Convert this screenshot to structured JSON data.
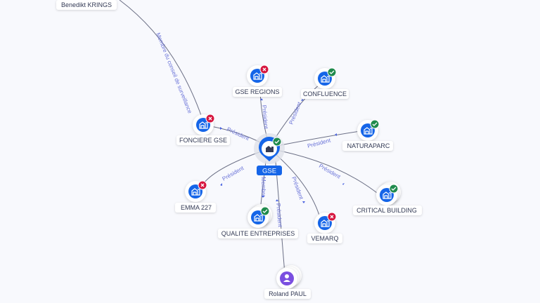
{
  "center": {
    "label": "GSE",
    "status": "active"
  },
  "nodes": [
    {
      "label": "Benedikt KRINGS",
      "type": "person"
    },
    {
      "label": "GSE REGIONS",
      "type": "company",
      "status": "inactive"
    },
    {
      "label": "CONFLUENCE",
      "type": "company",
      "status": "active"
    },
    {
      "label": "FONCIERE GSE",
      "type": "company",
      "status": "inactive"
    },
    {
      "label": "NATURAPARC",
      "type": "company",
      "status": "active"
    },
    {
      "label": "EMMA 227",
      "type": "company",
      "status": "inactive"
    },
    {
      "label": "QUALITE ENTREPRISES",
      "type": "company",
      "status": "active"
    },
    {
      "label": "VEMARQ",
      "type": "company",
      "status": "inactive"
    },
    {
      "label": "CRITICAL BUILDING",
      "type": "company",
      "status": "active"
    },
    {
      "label": "Roland PAUL",
      "type": "person"
    }
  ],
  "edges": {
    "supervisory": "Membre du conseil de surveillance",
    "president": "Président",
    "member": "Membre"
  },
  "colors": {
    "company": "#1565e8",
    "person": "#7b4fe0",
    "active": "#1f8a4c",
    "inactive": "#d6163f",
    "edge_label": "#6a73d8"
  }
}
